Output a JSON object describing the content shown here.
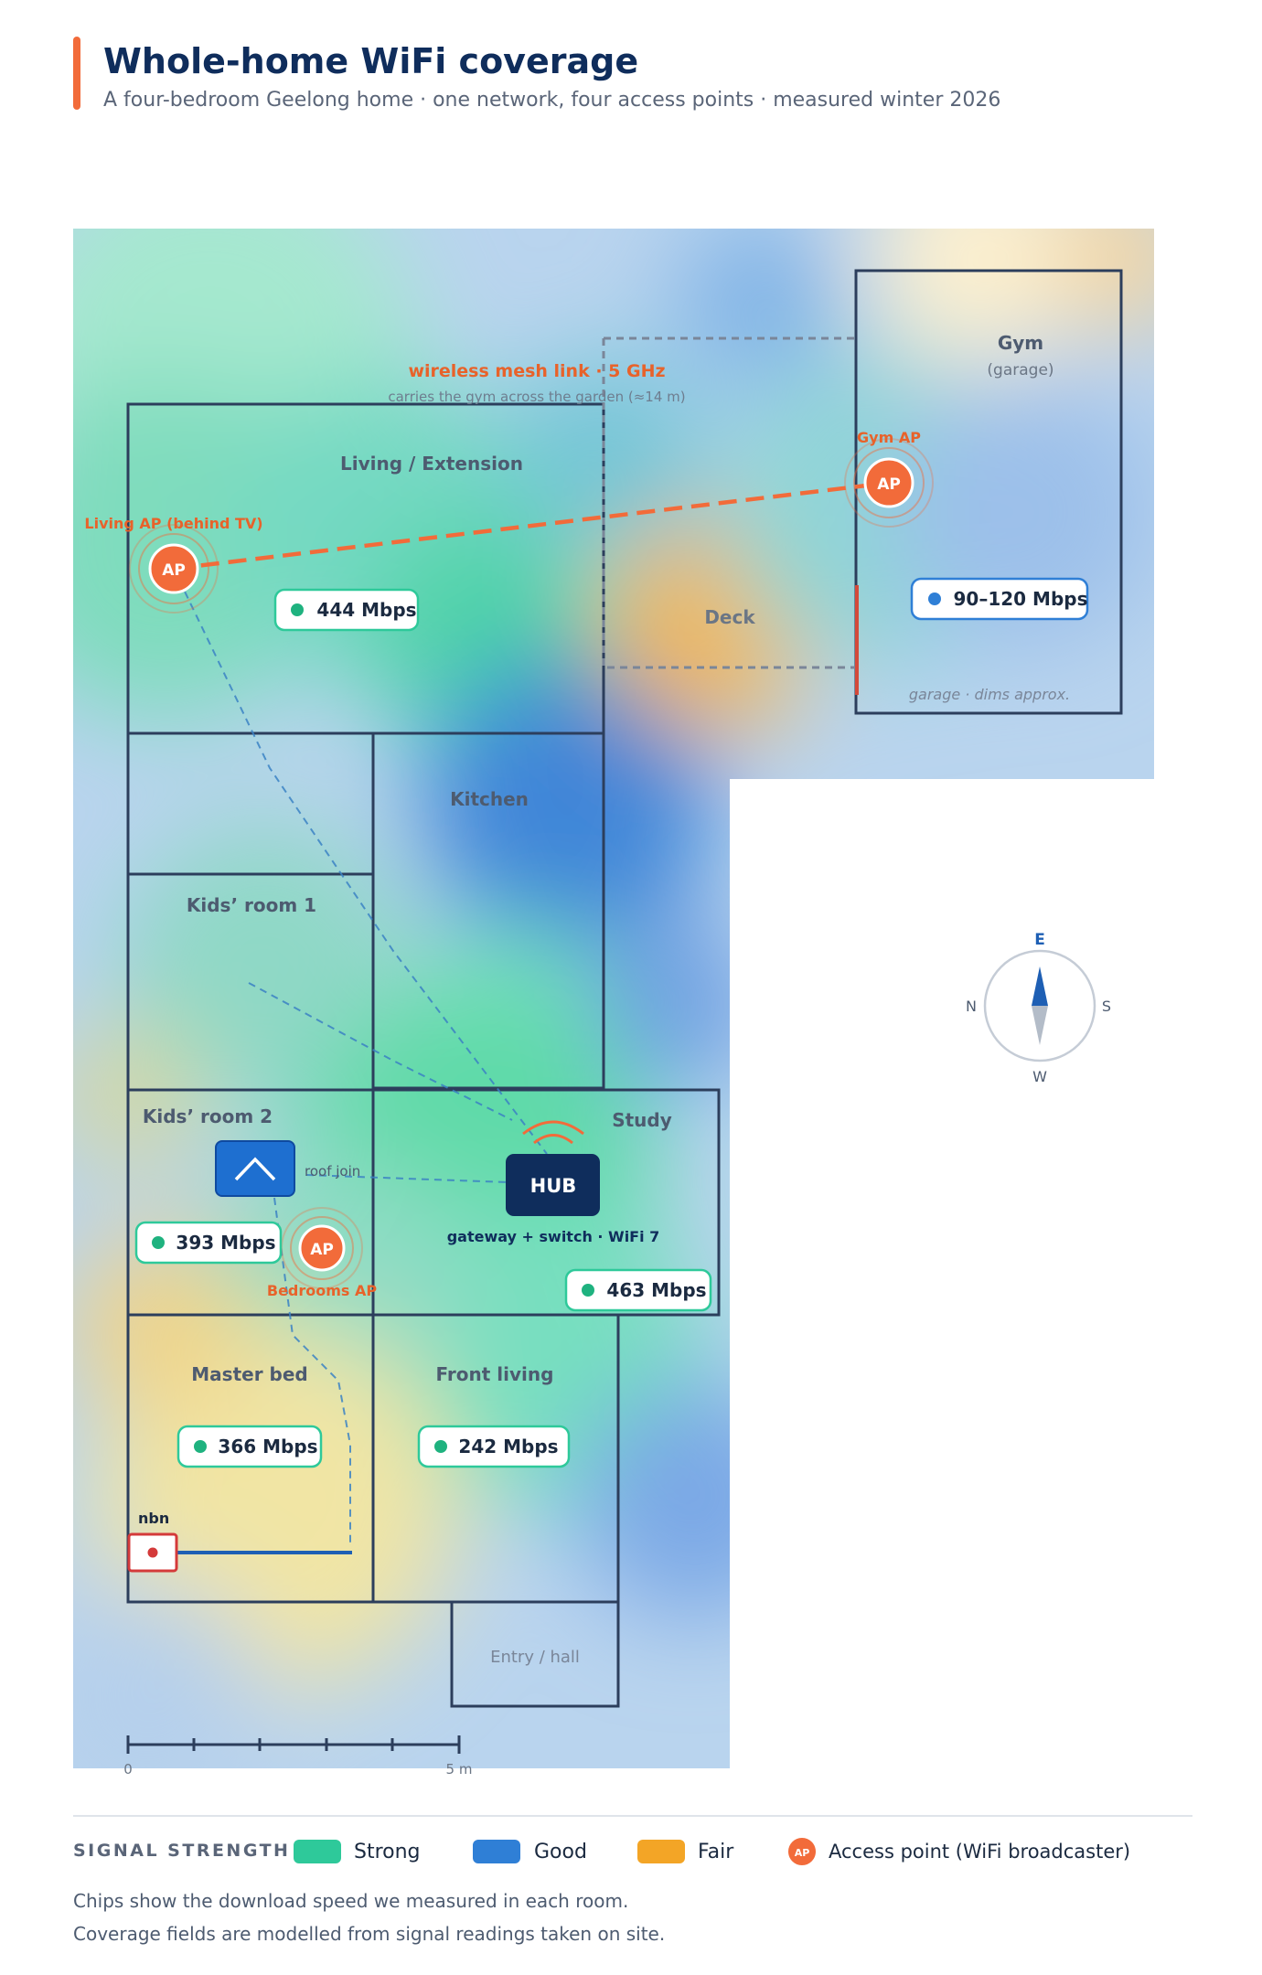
{
  "header": {
    "title": "Whole-home WiFi coverage",
    "subtitle": "A four-bedroom Geelong home · one network, four access points · measured winter 2026",
    "accent": "#f26b3a"
  },
  "rooms": {
    "living": "Living / Extension",
    "kitchen": "Kitchen",
    "kids1": "Kids’ room 1",
    "kids2": "Kids’ room 2",
    "study": "Study",
    "master": "Master bed",
    "front_living": "Front living",
    "entry": "Entry / hall",
    "deck": "Deck",
    "gym": "Gym",
    "gym_sub": "(garage)",
    "gym_note": "garage · dims approx."
  },
  "mesh": {
    "label": "wireless mesh link · 5 GHz",
    "note": "carries the gym across the garden (≈14 m)"
  },
  "access_points": {
    "badge": "AP",
    "living": "Living AP (behind TV)",
    "gym": "Gym AP",
    "bedrooms": "Bedrooms AP"
  },
  "hub": {
    "label": "HUB",
    "caption": "gateway + switch · WiFi 7"
  },
  "roof_join": "roof join",
  "nbn": "nbn",
  "speeds": {
    "living": "444 Mbps",
    "gym": "90–120 Mbps",
    "kids2": "393 Mbps",
    "study": "463 Mbps",
    "master": "366 Mbps",
    "front_living": "242 Mbps"
  },
  "compass": {
    "n": "N",
    "e": "E",
    "s": "S",
    "w": "W"
  },
  "scale": {
    "start": "0",
    "end": "5 m"
  },
  "legend": {
    "heading": "SIGNAL STRENGTH",
    "strong": "Strong",
    "good": "Good",
    "fair": "Fair",
    "ap": "Access point (WiFi broadcaster)",
    "ap_badge": "AP"
  },
  "notes": {
    "line1": "Chips show the download speed we measured in each room.",
    "line2": "Coverage fields are modelled from signal readings taken on site."
  },
  "colors": {
    "strong": "#2ec99a",
    "good": "#2f7fd6",
    "fair": "#f3a526",
    "ap": "#f26b3a",
    "navy": "#0f2d5c",
    "wall": "#2c3e5c"
  }
}
